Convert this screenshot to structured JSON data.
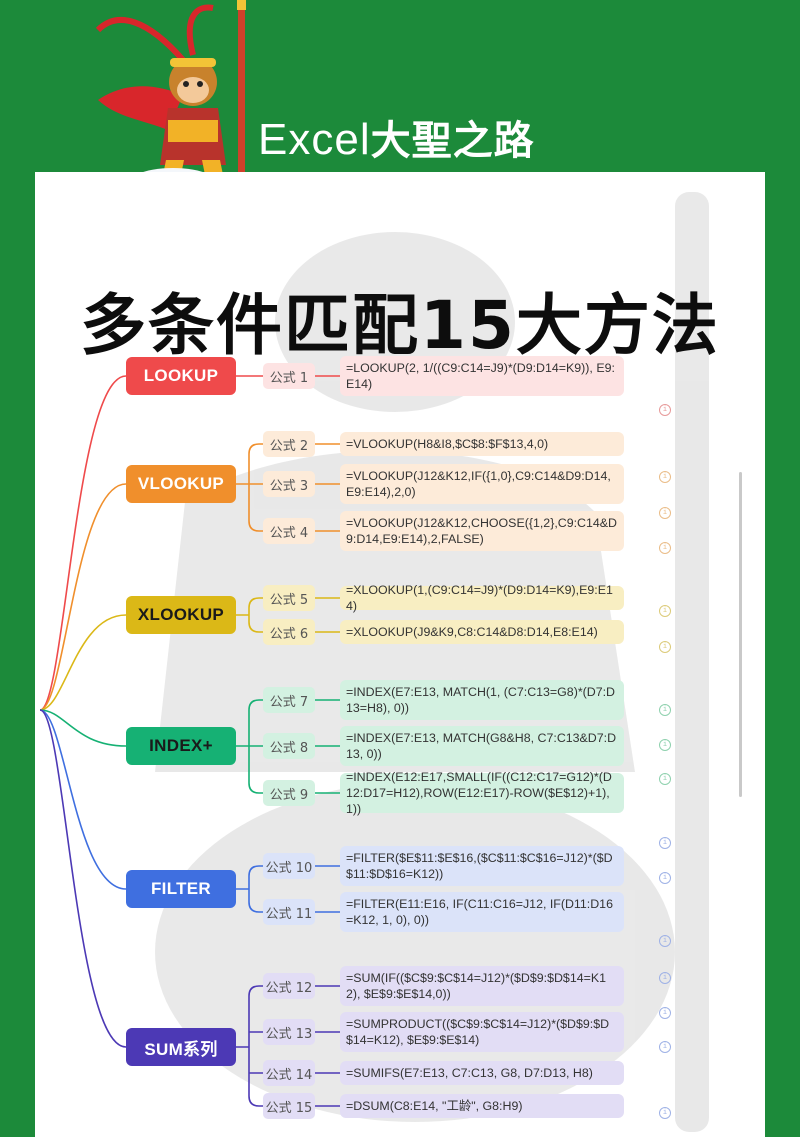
{
  "header": {
    "brand_prefix": "Excel",
    "brand_cn": "大聖之路"
  },
  "title": "多条件匹配15大方法",
  "colors": {
    "background": "#1c8a3a",
    "lookup": "#ef4a4b",
    "vlookup": "#f08f2c",
    "xlookup": "#dbb817",
    "index": "#16b174",
    "filter": "#3f6fe0",
    "sum": "#4c39b5"
  },
  "categories": [
    {
      "label": "LOOKUP",
      "formulas": [
        {
          "label": "公式 1",
          "text": "=LOOKUP(2, 1/((C9:C14=J9)*(D9:D14=K9)), E9:E14)"
        }
      ]
    },
    {
      "label": "VLOOKUP",
      "formulas": [
        {
          "label": "公式 2",
          "text": "=VLOOKUP(H8&I8,$C$8:$F$13,4,0)"
        },
        {
          "label": "公式 3",
          "text": "=VLOOKUP(J12&K12,IF({1,0},C9:C14&D9:D14,E9:E14),2,0)"
        },
        {
          "label": "公式 4",
          "text": "=VLOOKUP(J12&K12,CHOOSE({1,2},C9:C14&D9:D14,E9:E14),2,FALSE)"
        }
      ]
    },
    {
      "label": "XLOOKUP",
      "formulas": [
        {
          "label": "公式 5",
          "text": "=XLOOKUP(1,(C9:C14=J9)*(D9:D14=K9),E9:E14)"
        },
        {
          "label": "公式 6",
          "text": "=XLOOKUP(J9&K9,C8:C14&D8:D14,E8:E14)"
        }
      ]
    },
    {
      "label": "INDEX+",
      "formulas": [
        {
          "label": "公式 7",
          "text": "=INDEX(E7:E13, MATCH(1, (C7:C13=G8)*(D7:D13=H8), 0))"
        },
        {
          "label": "公式 8",
          "text": "=INDEX(E7:E13, MATCH(G8&H8, C7:C13&D7:D13, 0))"
        },
        {
          "label": "公式 9",
          "text": "=INDEX(E12:E17,SMALL(IF((C12:C17=G12)*(D12:D17=H12),ROW(E12:E17)-ROW($E$12)+1),1))"
        }
      ]
    },
    {
      "label": "FILTER",
      "formulas": [
        {
          "label": "公式 10",
          "text": "=FILTER($E$11:$E$16,($C$11:$C$16=J12)*($D$11:$D$16=K12))"
        },
        {
          "label": "公式 11",
          "text": "=FILTER(E11:E16, IF(C11:C16=J12, IF(D11:D16=K12, 1, 0), 0))"
        }
      ]
    },
    {
      "label": "SUM系列",
      "formulas": [
        {
          "label": "公式 12",
          "text": "=SUM(IF(($C$9:$C$14=J12)*($D$9:$D$14=K12), $E$9:$E$14,0))"
        },
        {
          "label": "公式 13",
          "text": "=SUMPRODUCT(($C$9:$C$14=J12)*($D$9:$D$14=K12), $E$9:$E$14)"
        },
        {
          "label": "公式 14",
          "text": "=SUMIFS(E7:E13, C7:C13, G8, D7:D13, H8)"
        },
        {
          "label": "公式 15",
          "text": "=DSUM(C8:E14, \"工龄\", G8:H9)"
        }
      ]
    }
  ]
}
